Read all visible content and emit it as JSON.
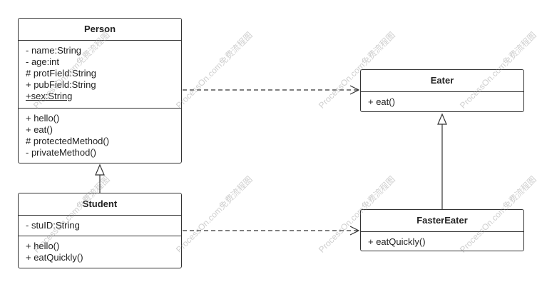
{
  "watermark": {
    "text": "ProcessOn.com免费流程图"
  },
  "classes": [
    {
      "name": "Person",
      "attributes": [
        "- name:String",
        "- age:int",
        "# protField:String",
        "+ pubField:String",
        "+sex:String"
      ],
      "methods": [
        "+ hello()",
        "+ eat()",
        "# protectedMethod()",
        "- privateMethod()"
      ]
    },
    {
      "name": "Student",
      "attributes": [
        "- stuID:String"
      ],
      "methods": [
        "+ hello()",
        "+ eatQuickly()"
      ]
    },
    {
      "name": "Eater",
      "methods": [
        "+ eat()"
      ]
    },
    {
      "name": "FasterEater",
      "methods": [
        "+ eatQuickly()"
      ]
    }
  ]
}
